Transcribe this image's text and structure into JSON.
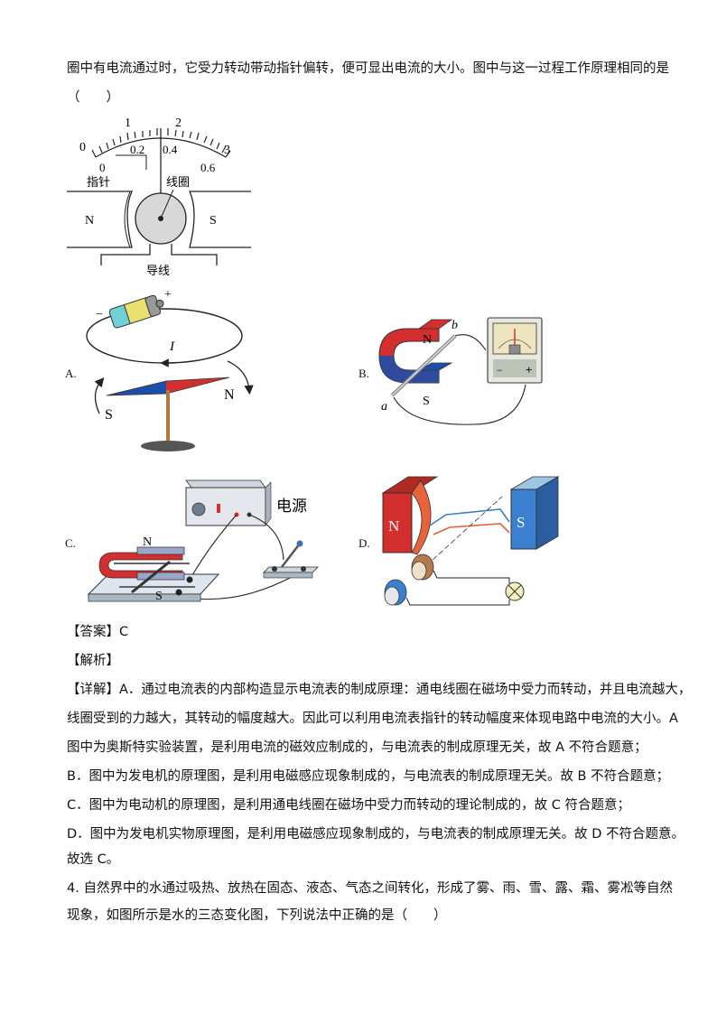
{
  "question3": {
    "stem_line1": "圈中有电流通过时，它受力转动带动指针偏转，便可显出电流的大小。图中与这一过程工作原理相同的是",
    "stem_line2": "（　　）"
  },
  "meter_figure": {
    "scale_top": [
      "0",
      "1",
      "2",
      "3"
    ],
    "scale_bottom": [
      "0",
      "0.2",
      "0.4",
      "0.6"
    ],
    "label_pointer": "指针",
    "label_coil": "线圈",
    "label_n": "N",
    "label_s": "S",
    "label_wire": "导线"
  },
  "options": {
    "a": {
      "tag": "A.",
      "minus": "−",
      "plus": "+",
      "current": "I",
      "pole_s": "S",
      "pole_n": "N"
    },
    "b": {
      "tag": "B.",
      "pole_n": "N",
      "pole_s": "S",
      "end_a": "a",
      "end_b": "b"
    },
    "c": {
      "tag": "C.",
      "power": "电源",
      "pole_n": "N",
      "pole_s": "S"
    },
    "d": {
      "tag": "D.",
      "pole_n": "N",
      "pole_s": "S"
    }
  },
  "answer": {
    "label": "【答案】",
    "value": "C"
  },
  "analysis": {
    "label": "【解析】",
    "detail_label": "【详解】",
    "line1": "A．通过电流表的内部构造显示电流表的制成原理：通电线圈在磁场中受力而转动，并且电流越大，",
    "line2": "线圈受到的力越大，其转动的幅度越大。因此可以利用电流表指针的转动幅度来体现电路中电流的大小。A",
    "line3": "图中为奥斯特实验装置，是利用电流的磁效应制成的，与电流表的制成原理无关，故 A 不符合题意；",
    "line4": "B．图中为发电机的原理图，是利用电磁感应现象制成的，与电流表的制成原理无关。故 B 不符合题意；",
    "line5": "C．图中为电动机的原理图，是利用通电线圈在磁场中受力而转动的理论制成的，故 C 符合题意；",
    "line6": "D．图中为发电机实物原理图，是利用电磁感应现象制成的，与电流表的制成原理无关。故 D 不符合题意。",
    "line7": "故选 C。"
  },
  "question4": {
    "line1": "4. 自然界中的水通过吸热、放热在固态、液态、气态之间转化，形成了雾、雨、雪、露、霜、雾凇等自然",
    "line2": "现象，如图所示是水的三态变化图，下列说法中正确的是（　　）"
  },
  "colors": {
    "magnet_red": "#d32f2f",
    "magnet_blue": "#1e4fa8",
    "battery_cyan": "#6fd0d8",
    "battery_yellow": "#e8e070",
    "meter_beige": "#efe6c0",
    "coil_orange": "#e8623a"
  }
}
